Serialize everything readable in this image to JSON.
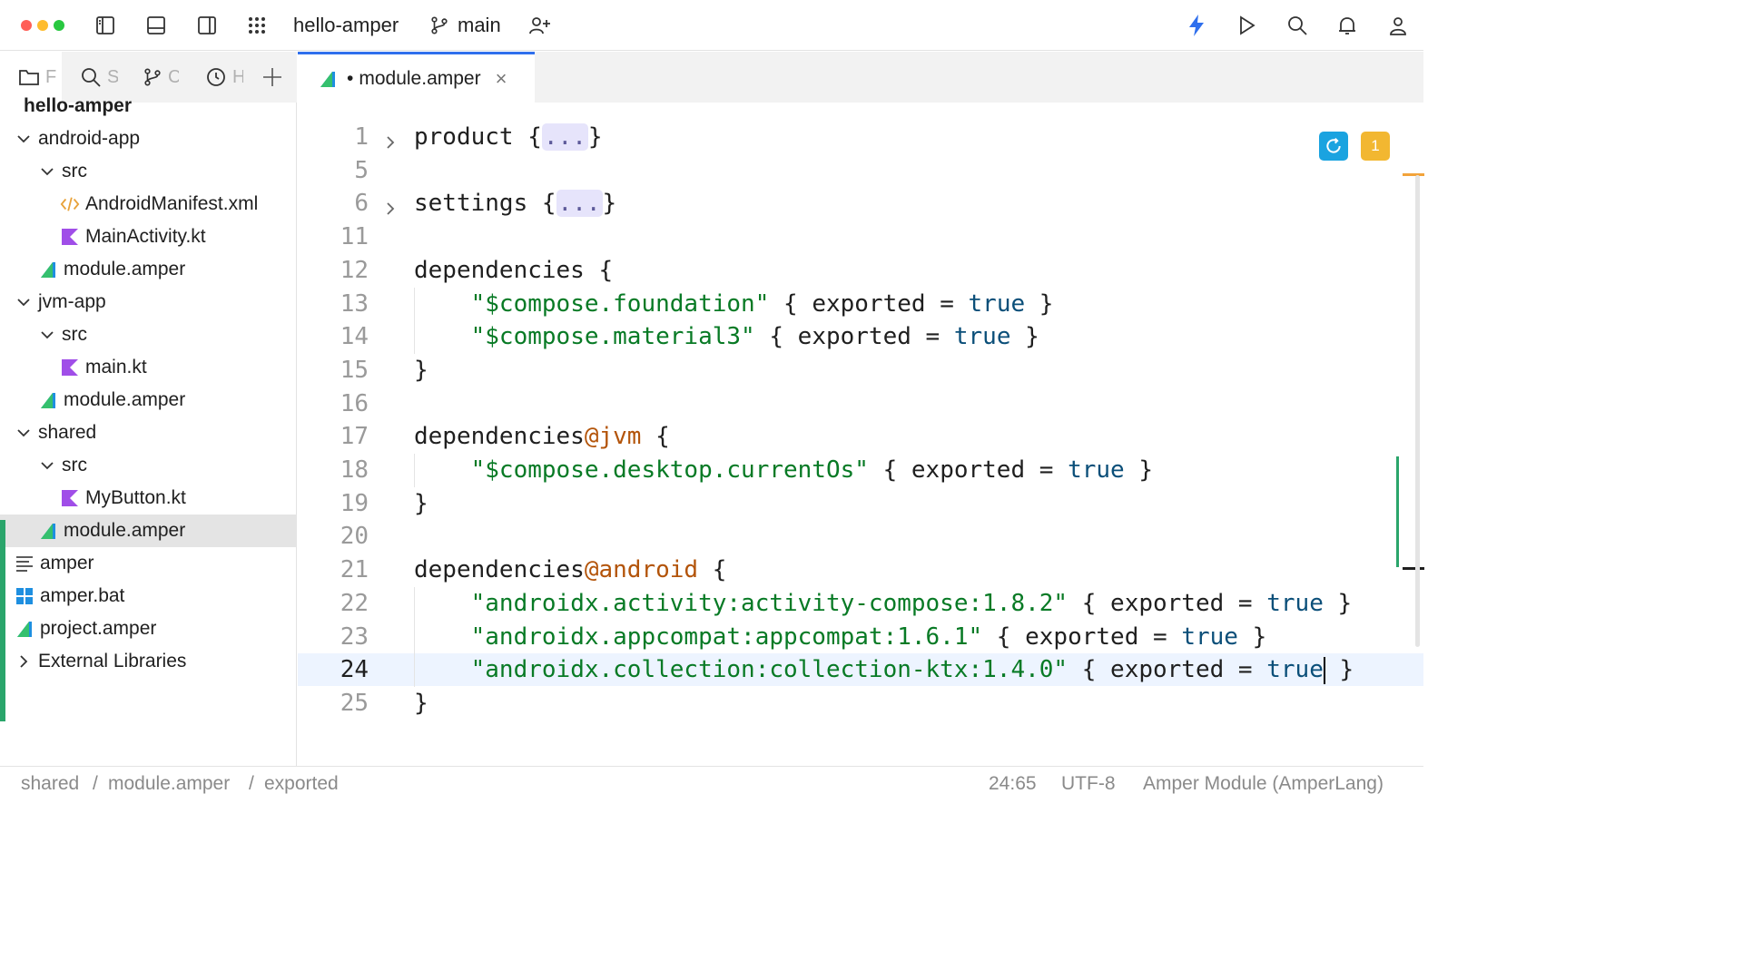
{
  "window": {
    "project_name": "hello-amper",
    "branch": "main",
    "traffic_colors": [
      "#ff5f57",
      "#febc2e",
      "#28c840"
    ],
    "accent": "#2f6fed"
  },
  "toolbar_icons": [
    "left-panel-icon",
    "bottom-panel-icon",
    "right-panel-icon",
    "apps-grid-icon",
    "branch-icon",
    "add-user-icon",
    "lightning-icon",
    "run-icon",
    "search-icon",
    "bell-icon",
    "user-icon"
  ],
  "sidebar": {
    "tabs": [
      {
        "icon": "folder-icon",
        "label": "F"
      },
      {
        "icon": "search-icon",
        "label": "S"
      },
      {
        "icon": "branch-icon",
        "label": "C"
      },
      {
        "icon": "history-icon",
        "label": "H"
      }
    ],
    "add_tab_icon": "plus-icon",
    "tree": [
      {
        "label": "hello-amper",
        "depth": 0,
        "icon": "",
        "chevron": "",
        "root": true
      },
      {
        "label": "android-app",
        "depth": 0,
        "icon": "",
        "chevron": "down"
      },
      {
        "label": "src",
        "depth": 1,
        "icon": "",
        "chevron": "down"
      },
      {
        "label": "AndroidManifest.xml",
        "depth": 2,
        "icon": "xml-icon",
        "chevron": ""
      },
      {
        "label": "MainActivity.kt",
        "depth": 2,
        "icon": "kotlin-icon",
        "chevron": ""
      },
      {
        "label": "module.amper",
        "depth": 1,
        "icon": "amper-icon",
        "chevron": ""
      },
      {
        "label": "jvm-app",
        "depth": 0,
        "icon": "",
        "chevron": "down"
      },
      {
        "label": "src",
        "depth": 1,
        "icon": "",
        "chevron": "down"
      },
      {
        "label": "main.kt",
        "depth": 2,
        "icon": "kotlin-icon",
        "chevron": ""
      },
      {
        "label": "module.amper",
        "depth": 1,
        "icon": "amper-icon",
        "chevron": ""
      },
      {
        "label": "shared",
        "depth": 0,
        "icon": "",
        "chevron": "down"
      },
      {
        "label": "src",
        "depth": 1,
        "icon": "",
        "chevron": "down"
      },
      {
        "label": "MyButton.kt",
        "depth": 2,
        "icon": "kotlin-icon",
        "chevron": ""
      },
      {
        "label": "module.amper",
        "depth": 1,
        "icon": "amper-icon",
        "chevron": "",
        "selected": true
      },
      {
        "label": "amper",
        "depth": 0,
        "icon": "text-file-icon",
        "chevron": "",
        "flat": true
      },
      {
        "label": "amper.bat",
        "depth": 0,
        "icon": "windows-icon",
        "chevron": "",
        "flat": true
      },
      {
        "label": "project.amper",
        "depth": 0,
        "icon": "amper-icon",
        "chevron": "",
        "flat": true
      },
      {
        "label": "External Libraries",
        "depth": 0,
        "icon": "",
        "chevron": "right"
      }
    ]
  },
  "editor": {
    "tab": {
      "label": "module.amper",
      "modified_dot": "•",
      "close": "×"
    },
    "inspection_count": "1",
    "current_line": "24",
    "lines": [
      {
        "n": "1",
        "fold": true,
        "parts": [
          [
            "",
            "product {"
          ],
          [
            "dots",
            "..."
          ],
          [
            "",
            "}"
          ]
        ]
      },
      {
        "n": "5",
        "parts": []
      },
      {
        "n": "6",
        "fold": true,
        "parts": [
          [
            "",
            "settings {"
          ],
          [
            "dots",
            "..."
          ],
          [
            "",
            "}"
          ]
        ]
      },
      {
        "n": "11",
        "parts": []
      },
      {
        "n": "12",
        "parts": [
          [
            "",
            "dependencies {"
          ]
        ]
      },
      {
        "n": "13",
        "parts": [
          [
            "",
            "    "
          ],
          [
            "str",
            "\"$compose.foundation\""
          ],
          [
            "",
            " { exported = "
          ],
          [
            "kw",
            "true"
          ],
          [
            "",
            " }"
          ]
        ]
      },
      {
        "n": "14",
        "parts": [
          [
            "",
            "    "
          ],
          [
            "str",
            "\"$compose.material3\""
          ],
          [
            "",
            " { exported = "
          ],
          [
            "kw",
            "true"
          ],
          [
            "",
            " }"
          ]
        ]
      },
      {
        "n": "15",
        "parts": [
          [
            "",
            "}"
          ]
        ]
      },
      {
        "n": "16",
        "parts": []
      },
      {
        "n": "17",
        "parts": [
          [
            "",
            "dependencies"
          ],
          [
            "ann",
            "@jvm"
          ],
          [
            "",
            " {"
          ]
        ]
      },
      {
        "n": "18",
        "parts": [
          [
            "",
            "    "
          ],
          [
            "str",
            "\"$compose.desktop.currentOs\""
          ],
          [
            "",
            " { exported = "
          ],
          [
            "kw",
            "true"
          ],
          [
            "",
            " }"
          ]
        ]
      },
      {
        "n": "19",
        "parts": [
          [
            "",
            "}"
          ]
        ]
      },
      {
        "n": "20",
        "parts": []
      },
      {
        "n": "21",
        "parts": [
          [
            "",
            "dependencies"
          ],
          [
            "ann",
            "@android"
          ],
          [
            "",
            " {"
          ]
        ]
      },
      {
        "n": "22",
        "parts": [
          [
            "",
            "    "
          ],
          [
            "str",
            "\"androidx.activity:activity-compose:1.8.2\""
          ],
          [
            "",
            " { exported = "
          ],
          [
            "kw",
            "true"
          ],
          [
            "",
            " }"
          ]
        ]
      },
      {
        "n": "23",
        "parts": [
          [
            "",
            "    "
          ],
          [
            "str",
            "\"androidx.appcompat:appcompat:1.6.1\""
          ],
          [
            "",
            " { exported = "
          ],
          [
            "kw",
            "true"
          ],
          [
            "",
            " }"
          ]
        ]
      },
      {
        "n": "24",
        "current": true,
        "parts": [
          [
            "",
            "    "
          ],
          [
            "str",
            "\"androidx.collection:collection-ktx:1.4.0\""
          ],
          [
            "",
            " { exported = "
          ],
          [
            "kw",
            "true"
          ],
          [
            "caret",
            ""
          ],
          [
            "",
            " }"
          ]
        ]
      },
      {
        "n": "25",
        "parts": [
          [
            "",
            "}"
          ]
        ]
      }
    ]
  },
  "statusbar": {
    "breadcrumb": [
      "shared",
      "module.amper",
      "exported"
    ],
    "separator": "/",
    "position": "24:65",
    "encoding": "UTF-8",
    "file_type": "Amper Module (AmperLang)"
  }
}
